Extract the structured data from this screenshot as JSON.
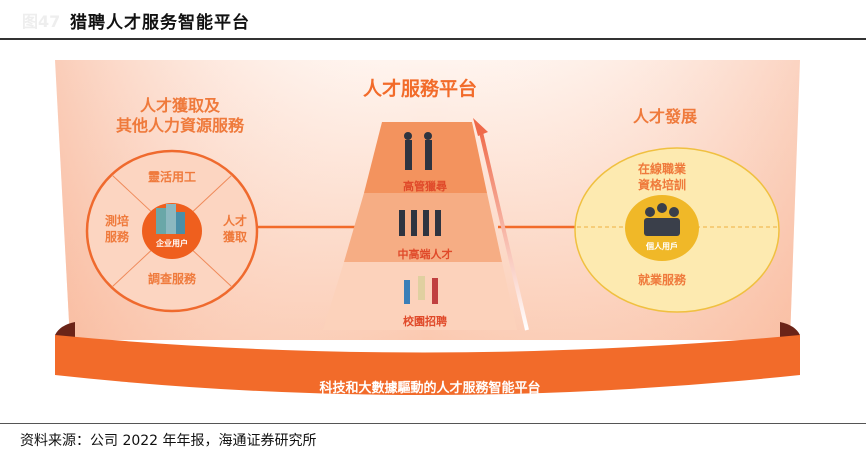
{
  "header": {
    "figure_label": "图47",
    "title": "猎聘人才服务智能平台"
  },
  "diagram": {
    "left": {
      "heading_line1": "人才獲取及",
      "heading_line2": "其他人力資源服務",
      "top": "靈活用工",
      "left_line1": "測培",
      "left_line2": "服務",
      "right_line1": "人才",
      "right_line2": "獲取",
      "bottom": "調查服務",
      "center": "企业用户"
    },
    "middle": {
      "heading": "人才服務平台",
      "tiers": [
        "高管獵尋",
        "中高端人才",
        "校園招聘"
      ]
    },
    "right": {
      "heading": "人才發展",
      "top_line1": "在線職業",
      "top_line2": "資格培訓",
      "bottom": "就業服務",
      "center": "個人用戶"
    },
    "band": "科技和大數據驅動的人才服務智能平台"
  },
  "footer": {
    "source": "资料来源：公司 2022 年年报，海通证券研究所"
  },
  "colors": {
    "orange": "#f26b2a",
    "light_orange": "#ef7a3c",
    "yellow": "#f0c040",
    "red_text": "#e04a2a"
  }
}
